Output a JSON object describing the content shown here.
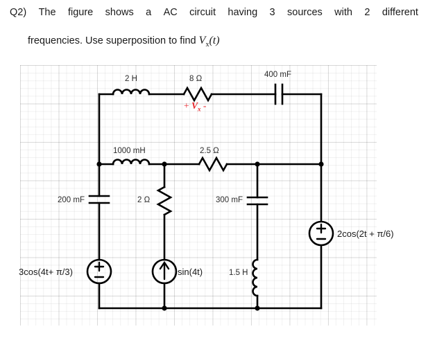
{
  "question": {
    "number": "Q2)",
    "line1_words": [
      "The",
      "figure",
      "shows",
      "a",
      "AC",
      "circuit",
      "having",
      "3",
      "sources",
      "with",
      "2",
      "different"
    ],
    "line2_prefix": "frequencies. Use superposition to find",
    "line2_symbol_V": "V",
    "line2_symbol_sub": "x",
    "line2_symbol_arg": "(t)"
  },
  "circuit": {
    "title": "AC circuit with 3 sources",
    "vx_label": {
      "plus": "+",
      "symbol": "V",
      "subscript": "x",
      "minus": "-",
      "color": "#e8262b"
    },
    "components": [
      {
        "id": "L1",
        "name": "inductor-2h",
        "type": "inductor",
        "label": "2 H",
        "orientation": "horizontal"
      },
      {
        "id": "R1",
        "name": "resistor-8ohm",
        "type": "resistor",
        "label": "8 Ω",
        "orientation": "horizontal"
      },
      {
        "id": "C1",
        "name": "capacitor-400mf",
        "type": "capacitor",
        "label": "400 mF",
        "orientation": "horizontal"
      },
      {
        "id": "L2",
        "name": "inductor-1000mh",
        "type": "inductor",
        "label": "1000 mH",
        "orientation": "horizontal"
      },
      {
        "id": "R2",
        "name": "resistor-2-5ohm",
        "type": "resistor",
        "label": "2.5 Ω",
        "orientation": "horizontal"
      },
      {
        "id": "C2",
        "name": "capacitor-200mf",
        "type": "capacitor",
        "label": "200 mF",
        "orientation": "vertical"
      },
      {
        "id": "R3",
        "name": "resistor-2ohm",
        "type": "resistor",
        "label": "2 Ω",
        "orientation": "vertical"
      },
      {
        "id": "C3",
        "name": "capacitor-300mf",
        "type": "capacitor",
        "label": "300 mF",
        "orientation": "vertical"
      },
      {
        "id": "L3",
        "name": "inductor-1-5h",
        "type": "inductor",
        "label": "1.5 H",
        "orientation": "vertical"
      }
    ],
    "sources": [
      {
        "id": "V1",
        "name": "voltage-source-left",
        "type": "voltage",
        "label": "3cos(4t+ π/3)",
        "symbols": [
          "+",
          "−"
        ]
      },
      {
        "id": "I1",
        "name": "current-source-middle",
        "type": "current",
        "label": "sin(4t)",
        "symbols": [
          "↑"
        ]
      },
      {
        "id": "V2",
        "name": "voltage-source-right",
        "type": "voltage",
        "label": "2cos(2t + π/6)",
        "symbols": [
          "+",
          "−"
        ]
      }
    ],
    "wire_color": "#000000",
    "node_count": 6
  }
}
